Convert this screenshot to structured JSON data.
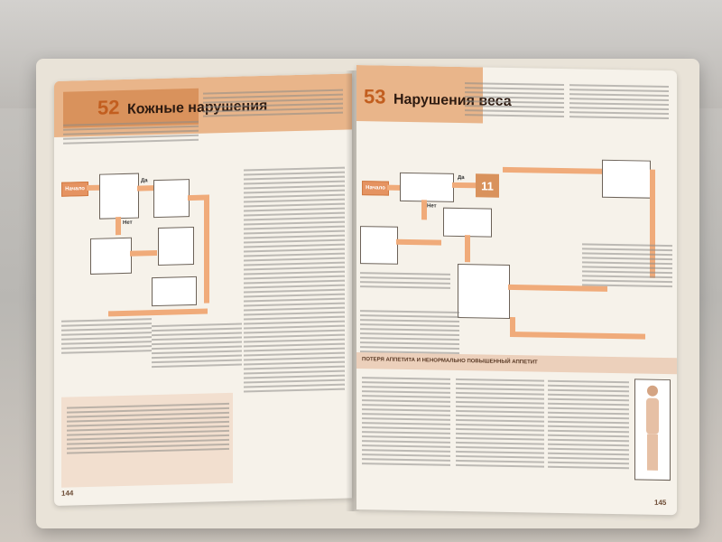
{
  "left_page": {
    "chapter_number": "52",
    "chapter_title": "Кожные нарушения",
    "page_number": "144",
    "flow": {
      "start": "Начало",
      "yes": "Да",
      "no": "Нет"
    }
  },
  "right_page": {
    "chapter_number": "53",
    "chapter_title": "Нарушения веса",
    "page_number": "145",
    "flow": {
      "start": "Начало",
      "step": "11",
      "yes": "Да",
      "no": "Нет"
    },
    "bottom_section_title": "ПОТЕРЯ АППЕТИТА И НЕНОРМАЛЬНО ПОВЫШЕННЫЙ АППЕТИТ"
  },
  "colors": {
    "accent": "#d9925c",
    "accent_light": "#f0ab7a",
    "page": "#f6f2ea"
  }
}
